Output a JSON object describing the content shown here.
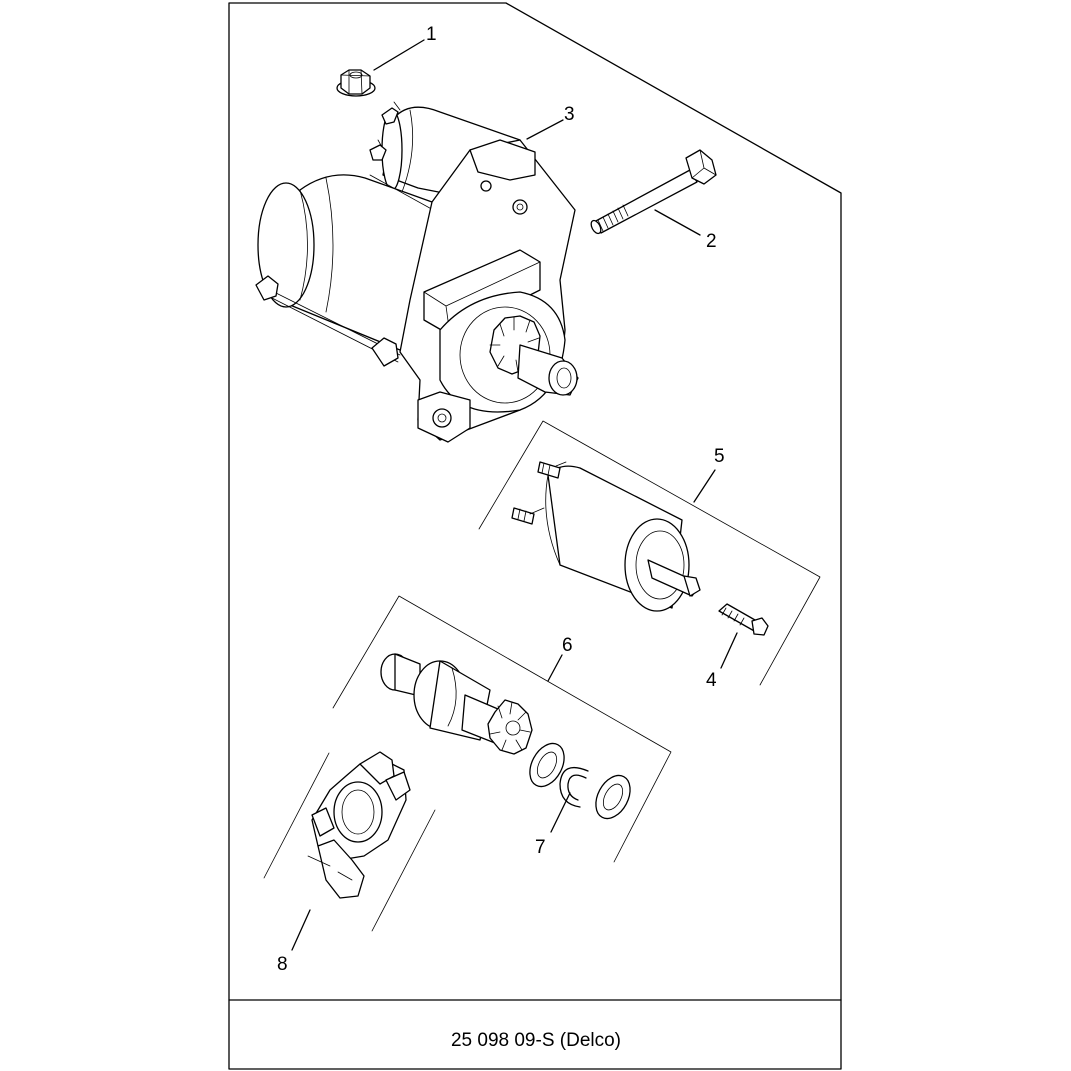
{
  "footer": {
    "part_code": "25 098 09-S (Delco)"
  },
  "callouts": {
    "c1": "1",
    "c2": "2",
    "c3": "3",
    "c4": "4",
    "c5": "5",
    "c6": "6",
    "c7": "7",
    "c8": "8"
  }
}
